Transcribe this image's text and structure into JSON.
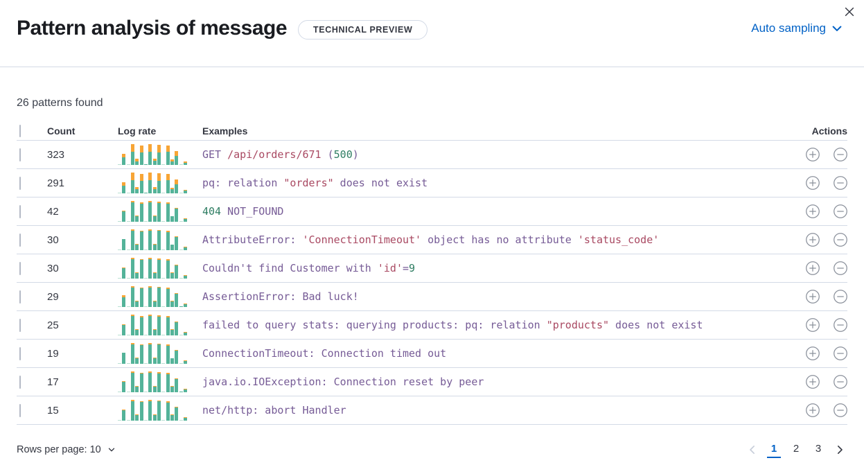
{
  "header": {
    "title": "Pattern analysis of message",
    "badge": "TECHNICAL PREVIEW",
    "sampling_label": "Auto sampling"
  },
  "summary": {
    "patterns_found": "26 patterns found"
  },
  "table": {
    "headers": {
      "count": "Count",
      "log_rate": "Log rate",
      "examples": "Examples",
      "actions": "Actions"
    },
    "rows": [
      {
        "count": "323",
        "bars": [
          [
            4,
            0
          ],
          [
            36,
            19
          ],
          [
            4,
            0
          ],
          [
            62,
            38
          ],
          [
            18,
            12
          ],
          [
            60,
            34
          ],
          [
            3,
            1
          ],
          [
            62,
            38
          ],
          [
            19,
            11
          ],
          [
            60,
            36
          ],
          [
            4,
            0
          ],
          [
            62,
            30
          ],
          [
            18,
            10
          ],
          [
            44,
            24
          ],
          [
            4,
            0
          ],
          [
            11,
            5
          ]
        ],
        "example": [
          {
            "text": "GET ",
            "color": "purple"
          },
          {
            "text": "/api/orders/671",
            "color": "red"
          },
          {
            "text": " (",
            "color": "purple"
          },
          {
            "text": "500",
            "color": "green"
          },
          {
            "text": ")",
            "color": "purple"
          }
        ]
      },
      {
        "count": "291",
        "bars": [
          [
            4,
            0
          ],
          [
            37,
            18
          ],
          [
            4,
            0
          ],
          [
            63,
            37
          ],
          [
            19,
            11
          ],
          [
            61,
            33
          ],
          [
            3,
            1
          ],
          [
            63,
            37
          ],
          [
            20,
            10
          ],
          [
            61,
            35
          ],
          [
            4,
            0
          ],
          [
            63,
            29
          ],
          [
            19,
            9
          ],
          [
            45,
            23
          ],
          [
            4,
            0
          ],
          [
            12,
            4
          ]
        ],
        "example": [
          {
            "text": "pq: relation ",
            "color": "purple"
          },
          {
            "text": "\"orders\"",
            "color": "red"
          },
          {
            "text": " does not exist",
            "color": "purple"
          }
        ]
      },
      {
        "count": "42",
        "bars": [
          [
            4,
            0
          ],
          [
            50,
            5
          ],
          [
            4,
            0
          ],
          [
            93,
            7
          ],
          [
            27,
            3
          ],
          [
            88,
            6
          ],
          [
            4,
            0
          ],
          [
            92,
            8
          ],
          [
            27,
            3
          ],
          [
            90,
            6
          ],
          [
            4,
            0
          ],
          [
            86,
            6
          ],
          [
            26,
            2
          ],
          [
            62,
            6
          ],
          [
            4,
            0
          ],
          [
            13,
            3
          ]
        ],
        "example": [
          {
            "text": "404",
            "color": "green"
          },
          {
            "text": " NOT_FOUND",
            "color": "purple"
          }
        ]
      },
      {
        "count": "30",
        "bars": [
          [
            4,
            0
          ],
          [
            52,
            3
          ],
          [
            4,
            0
          ],
          [
            95,
            5
          ],
          [
            28,
            2
          ],
          [
            90,
            4
          ],
          [
            4,
            0
          ],
          [
            94,
            6
          ],
          [
            28,
            2
          ],
          [
            92,
            4
          ],
          [
            4,
            0
          ],
          [
            88,
            4
          ],
          [
            27,
            1
          ],
          [
            64,
            4
          ],
          [
            4,
            0
          ],
          [
            14,
            2
          ]
        ],
        "example": [
          {
            "text": "AttributeError: ",
            "color": "purple"
          },
          {
            "text": "'ConnectionTimeout'",
            "color": "red"
          },
          {
            "text": " object has no attribute ",
            "color": "purple"
          },
          {
            "text": "'status_code'",
            "color": "red"
          }
        ]
      },
      {
        "count": "30",
        "bars": [
          [
            4,
            0
          ],
          [
            51,
            4
          ],
          [
            4,
            0
          ],
          [
            94,
            6
          ],
          [
            28,
            2
          ],
          [
            89,
            5
          ],
          [
            4,
            0
          ],
          [
            93,
            7
          ],
          [
            28,
            2
          ],
          [
            91,
            5
          ],
          [
            4,
            0
          ],
          [
            87,
            5
          ],
          [
            27,
            2
          ],
          [
            63,
            5
          ],
          [
            4,
            0
          ],
          [
            14,
            2
          ]
        ],
        "example": [
          {
            "text": "Couldn't find Customer with ",
            "color": "purple"
          },
          {
            "text": "'id'",
            "color": "red"
          },
          {
            "text": "=",
            "color": "purple"
          },
          {
            "text": "9",
            "color": "green"
          }
        ]
      },
      {
        "count": "29",
        "bars": [
          [
            4,
            0
          ],
          [
            48,
            8
          ],
          [
            4,
            0
          ],
          [
            95,
            5
          ],
          [
            28,
            3
          ],
          [
            90,
            4
          ],
          [
            4,
            0
          ],
          [
            94,
            6
          ],
          [
            28,
            3
          ],
          [
            92,
            4
          ],
          [
            4,
            0
          ],
          [
            88,
            4
          ],
          [
            27,
            2
          ],
          [
            64,
            4
          ],
          [
            4,
            1
          ],
          [
            14,
            2
          ]
        ],
        "example": [
          {
            "text": "AssertionError: Bad luck!",
            "color": "purple"
          }
        ]
      },
      {
        "count": "25",
        "bars": [
          [
            4,
            0
          ],
          [
            51,
            4
          ],
          [
            4,
            0
          ],
          [
            93,
            7
          ],
          [
            28,
            2
          ],
          [
            88,
            6
          ],
          [
            4,
            0
          ],
          [
            92,
            8
          ],
          [
            28,
            2
          ],
          [
            90,
            6
          ],
          [
            4,
            0
          ],
          [
            86,
            6
          ],
          [
            27,
            2
          ],
          [
            62,
            6
          ],
          [
            4,
            0
          ],
          [
            14,
            2
          ]
        ],
        "example": [
          {
            "text": "failed to query stats: querying products: pq: relation ",
            "color": "purple"
          },
          {
            "text": "\"products\"",
            "color": "red"
          },
          {
            "text": " does not exist",
            "color": "purple"
          }
        ]
      },
      {
        "count": "19",
        "bars": [
          [
            4,
            0
          ],
          [
            52,
            3
          ],
          [
            4,
            0
          ],
          [
            95,
            5
          ],
          [
            28,
            2
          ],
          [
            90,
            4
          ],
          [
            4,
            0
          ],
          [
            94,
            6
          ],
          [
            28,
            2
          ],
          [
            92,
            4
          ],
          [
            4,
            0
          ],
          [
            88,
            4
          ],
          [
            27,
            1
          ],
          [
            64,
            4
          ],
          [
            4,
            0
          ],
          [
            14,
            2
          ]
        ],
        "example": [
          {
            "text": "ConnectionTimeout: Connection timed out",
            "color": "purple"
          }
        ]
      },
      {
        "count": "17",
        "bars": [
          [
            4,
            0
          ],
          [
            50,
            5
          ],
          [
            4,
            0
          ],
          [
            94,
            6
          ],
          [
            28,
            2
          ],
          [
            89,
            5
          ],
          [
            4,
            0
          ],
          [
            93,
            7
          ],
          [
            28,
            2
          ],
          [
            91,
            5
          ],
          [
            4,
            0
          ],
          [
            87,
            5
          ],
          [
            27,
            2
          ],
          [
            63,
            5
          ],
          [
            4,
            1
          ],
          [
            14,
            2
          ]
        ],
        "example": [
          {
            "text": "java.io.IOException: Connection reset by peer",
            "color": "purple"
          }
        ]
      },
      {
        "count": "15",
        "bars": [
          [
            4,
            0
          ],
          [
            49,
            6
          ],
          [
            4,
            0
          ],
          [
            95,
            5
          ],
          [
            28,
            2
          ],
          [
            90,
            4
          ],
          [
            4,
            0
          ],
          [
            93,
            7
          ],
          [
            28,
            2
          ],
          [
            92,
            4
          ],
          [
            4,
            0
          ],
          [
            88,
            4
          ],
          [
            27,
            2
          ],
          [
            64,
            4
          ],
          [
            4,
            0
          ],
          [
            14,
            2
          ]
        ],
        "example": [
          {
            "text": "net/http: abort Handler",
            "color": "purple"
          }
        ]
      }
    ]
  },
  "footer": {
    "rows_per_page": "Rows per page: 10",
    "pagination": {
      "pages": [
        "1",
        "2",
        "3"
      ],
      "active": "1"
    }
  },
  "colors": {
    "accent_blue": "#0061c6",
    "bar_teal": "#54b399",
    "bar_teal_faint": "#b9e0d3",
    "bar_orange": "#f7a536",
    "code_purple": "#765b96",
    "code_red": "#a94962",
    "code_green": "#2e7d62",
    "divider": "#d3dae6",
    "text": "#343741"
  }
}
